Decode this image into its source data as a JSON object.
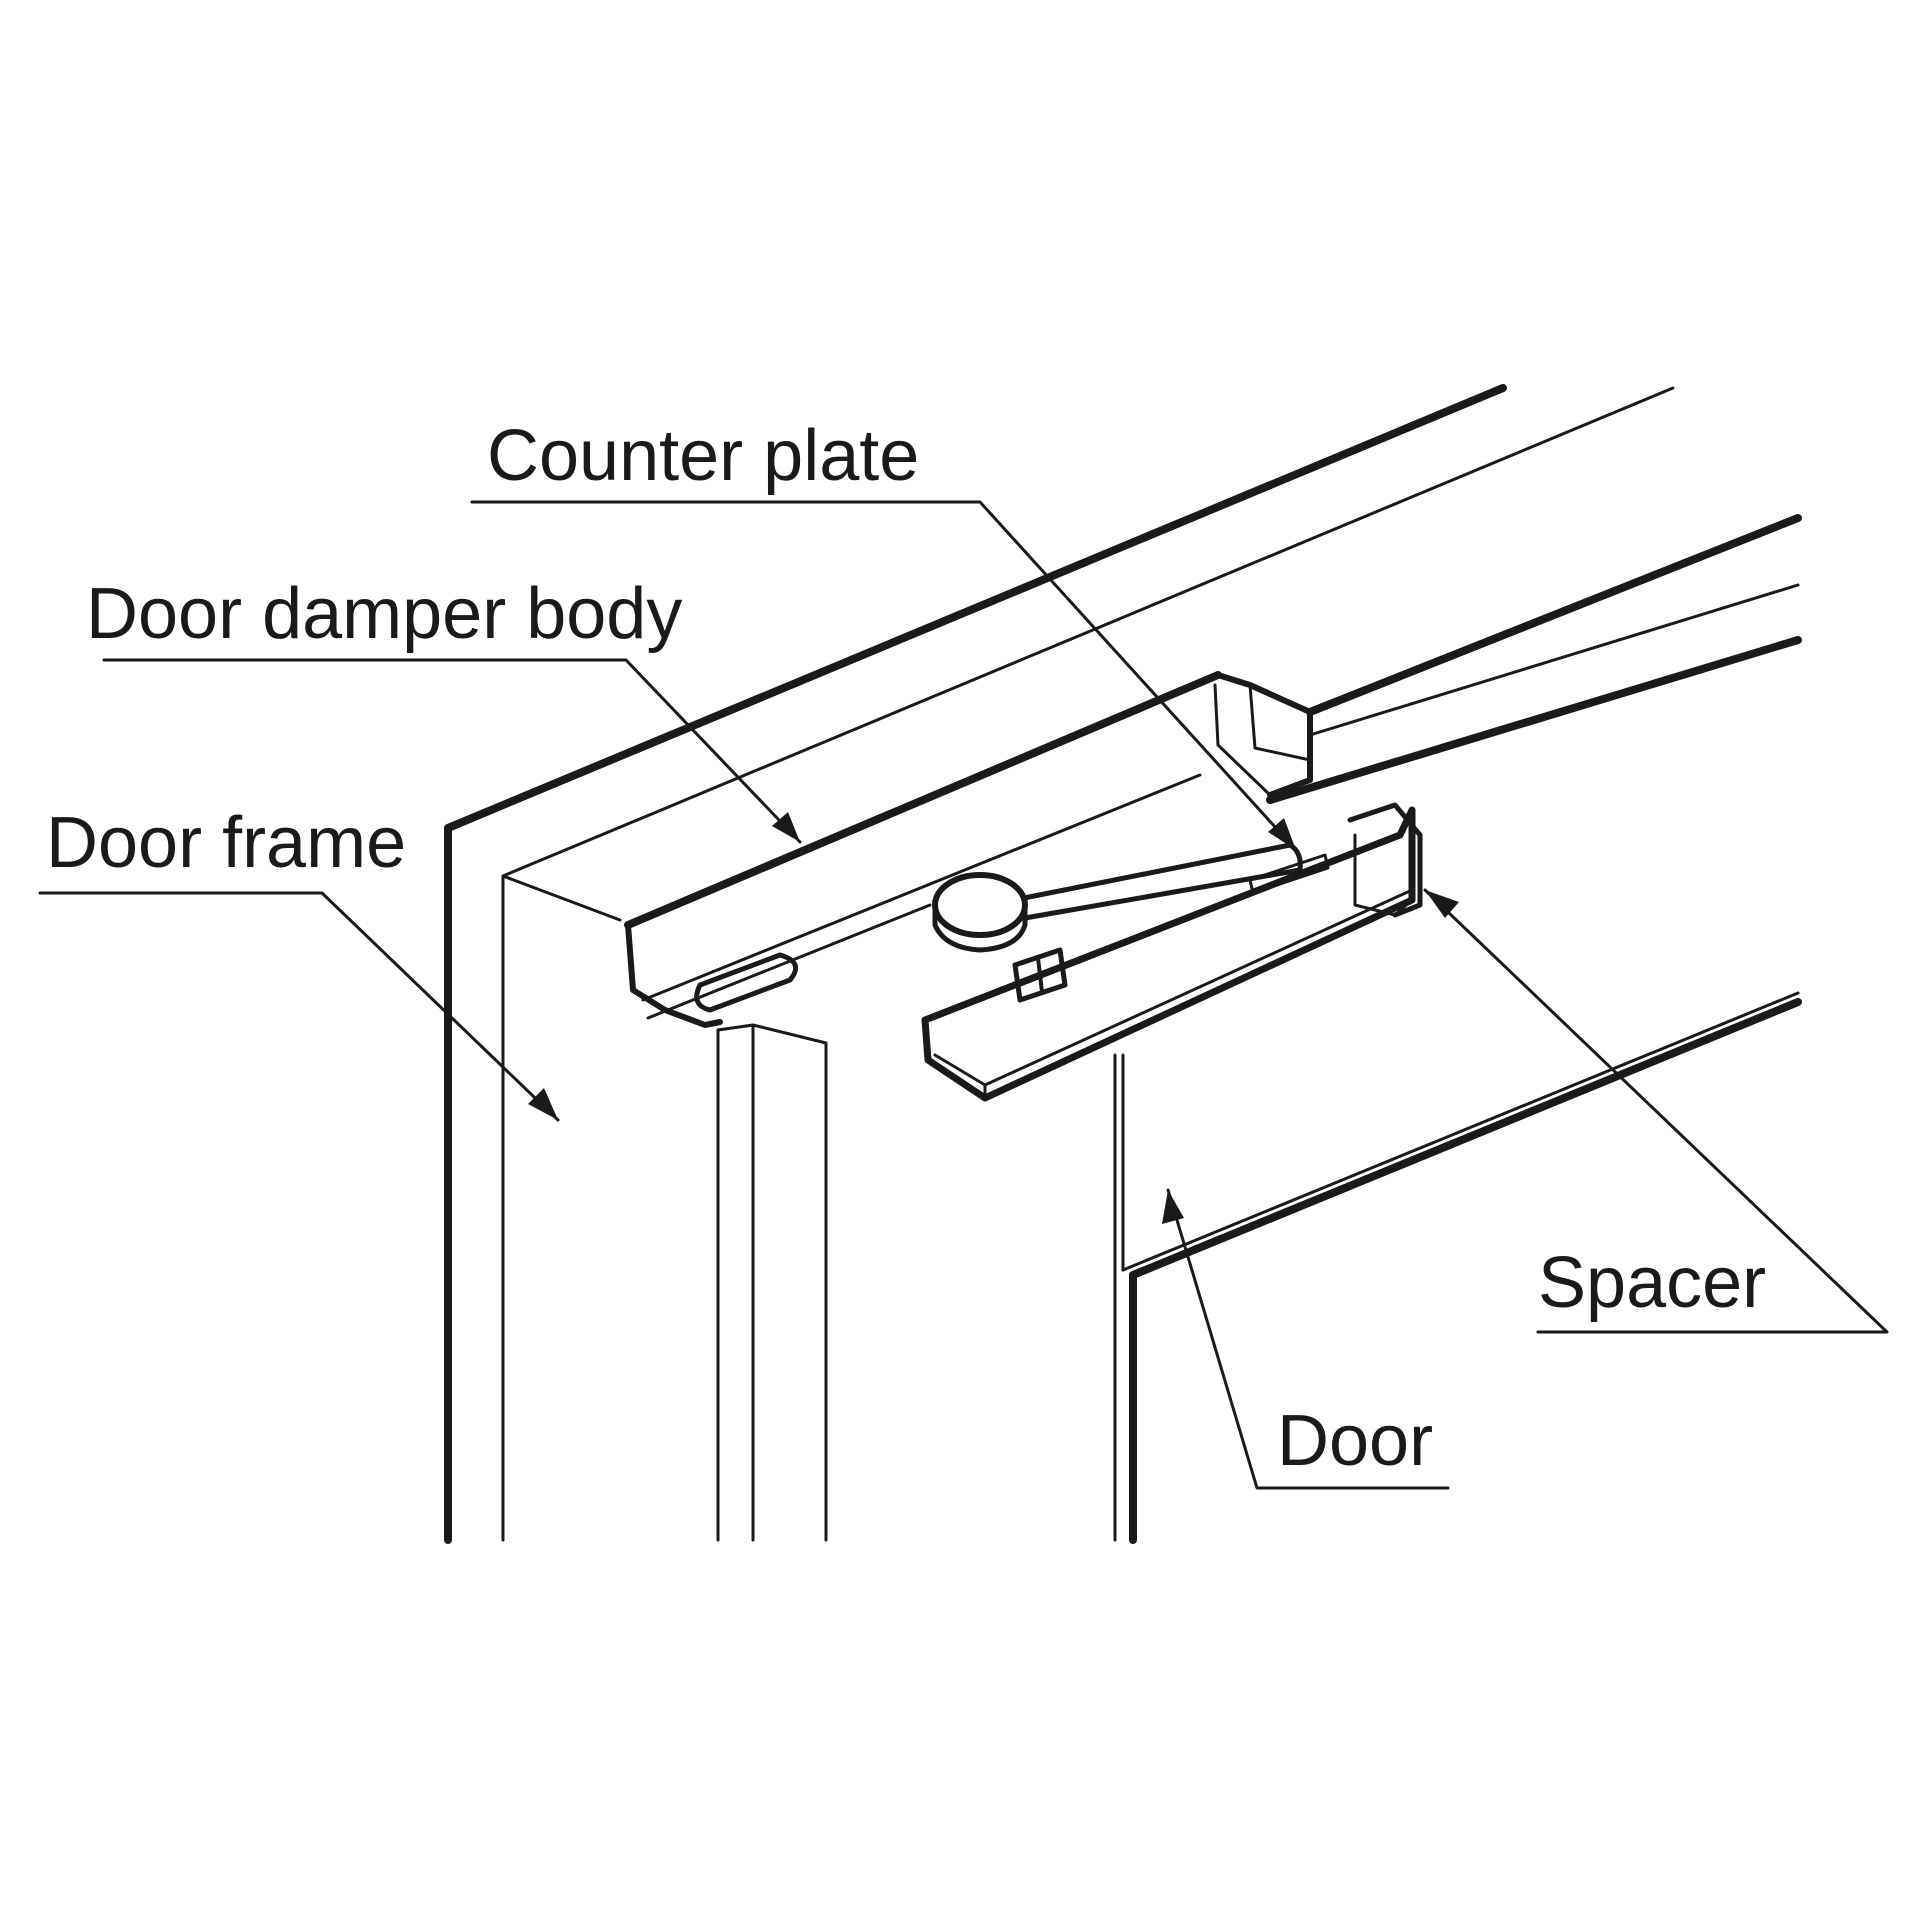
{
  "labels": {
    "counter_plate": "Counter plate",
    "door_damper_body": "Door damper body",
    "door_frame": "Door frame",
    "spacer": "Spacer",
    "door": "Door"
  },
  "colors": {
    "line": "#1a1a1a",
    "background": "#ffffff"
  }
}
